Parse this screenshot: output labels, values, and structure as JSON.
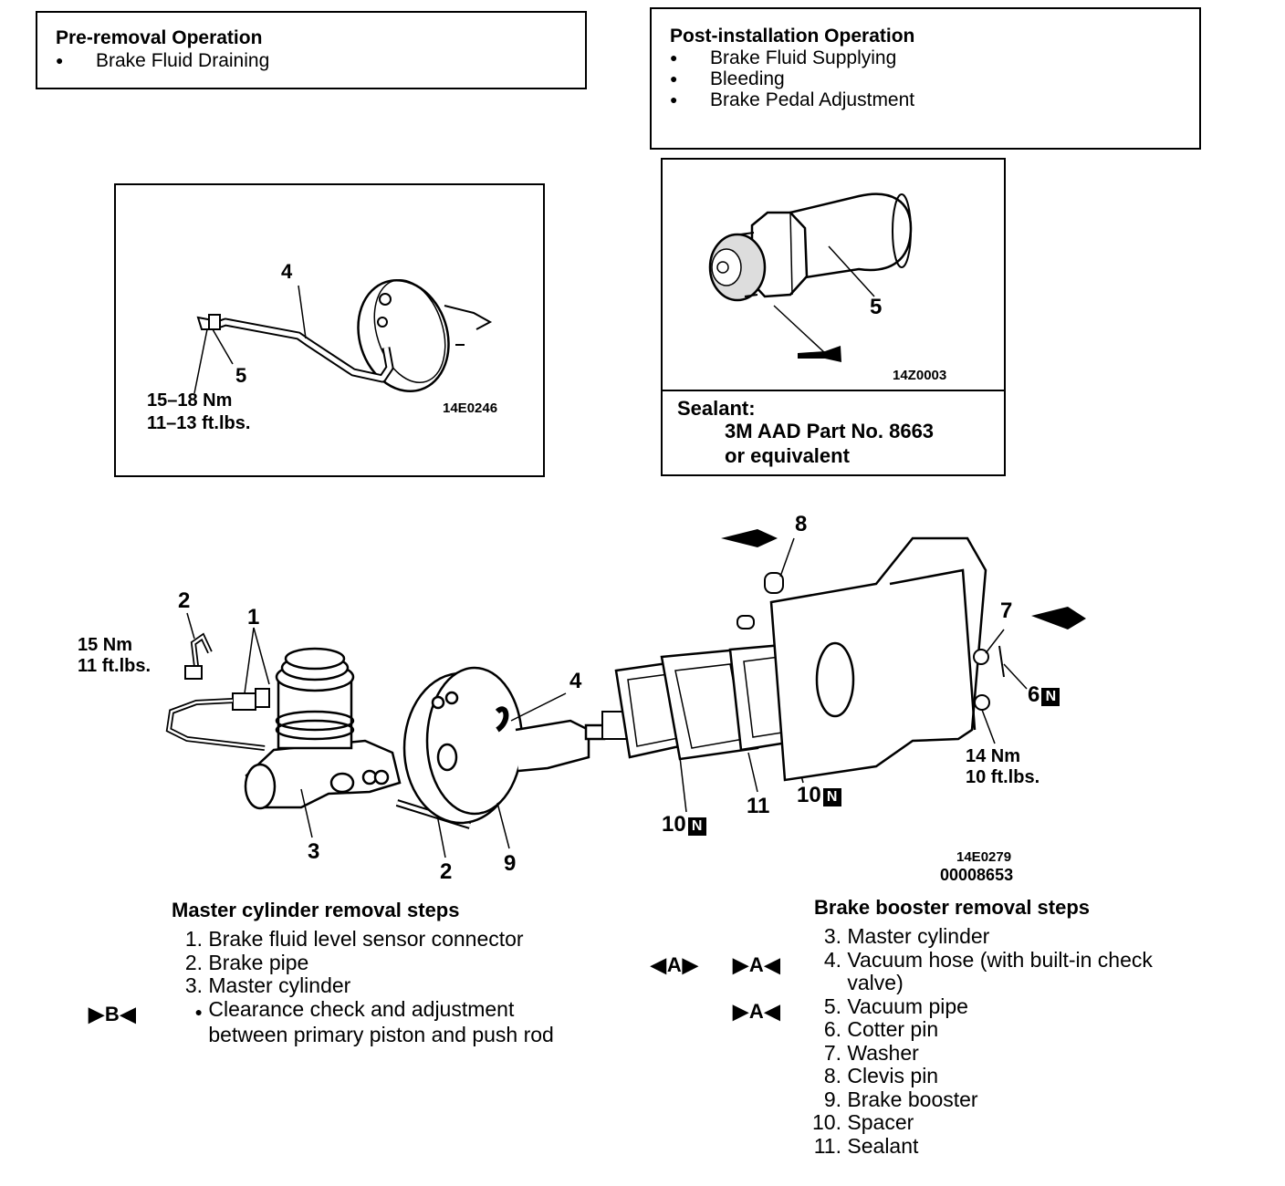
{
  "pre_removal": {
    "title": "Pre-removal Operation",
    "items": [
      "Brake Fluid Draining"
    ]
  },
  "post_installation": {
    "title": "Post-installation Operation",
    "items": [
      "Brake Fluid Supplying",
      "Bleeding",
      "Brake Pedal Adjustment"
    ]
  },
  "inset_left": {
    "part_label": "4",
    "part5_label": "5",
    "torque_nm": "15–18 Nm",
    "torque_ftlbs": "11–13 ft.lbs.",
    "figure_code": "14E0246"
  },
  "inset_right": {
    "part_label": "5",
    "figure_code": "14Z0003",
    "sealant_title": "Sealant:",
    "sealant_line1": "3M AAD Part No. 8663",
    "sealant_line2": "or equivalent"
  },
  "main_diagram": {
    "labels": {
      "p1": "1",
      "p2a": "2",
      "p2b": "2",
      "p3": "3",
      "p4": "4",
      "p6": "6",
      "p7": "7",
      "p8": "8",
      "p9": "9",
      "p10a": "10",
      "p10b": "10",
      "p11": "11",
      "n_mark": "N"
    },
    "torque_left_nm": "15 Nm",
    "torque_left_ftlbs": "11 ft.lbs.",
    "torque_right_nm": "14 Nm",
    "torque_right_ftlbs": "10 ft.lbs.",
    "figure_code": "14E0279",
    "figure_code2": "00008653"
  },
  "master_steps": {
    "title": "Master cylinder removal steps",
    "items": [
      {
        "num": "1.",
        "text": "Brake fluid level sensor connector"
      },
      {
        "num": "2.",
        "text": "Brake pipe"
      },
      {
        "num": "3.",
        "text": "Master cylinder"
      }
    ],
    "bullet_mark": "▶B◀",
    "bullet_line1": "Clearance   check   and   adjustment",
    "bullet_line2": "between primary piston and push rod"
  },
  "booster_steps": {
    "title": "Brake booster removal steps",
    "mark_removal_a": "◀A▶",
    "mark_install_a": "▶A◀",
    "items": [
      {
        "num": "3.",
        "text": "Master cylinder"
      },
      {
        "num": "4.",
        "text": "Vacuum hose (with built-in check"
      },
      {
        "num": "",
        "text": "valve)"
      },
      {
        "num": "5.",
        "text": "Vacuum pipe"
      },
      {
        "num": "6.",
        "text": "Cotter pin"
      },
      {
        "num": "7.",
        "text": "Washer"
      },
      {
        "num": "8.",
        "text": "Clevis pin"
      },
      {
        "num": "9.",
        "text": "Brake booster"
      },
      {
        "num": "10.",
        "text": "Spacer"
      },
      {
        "num": "11.",
        "text": "Sealant"
      }
    ]
  }
}
